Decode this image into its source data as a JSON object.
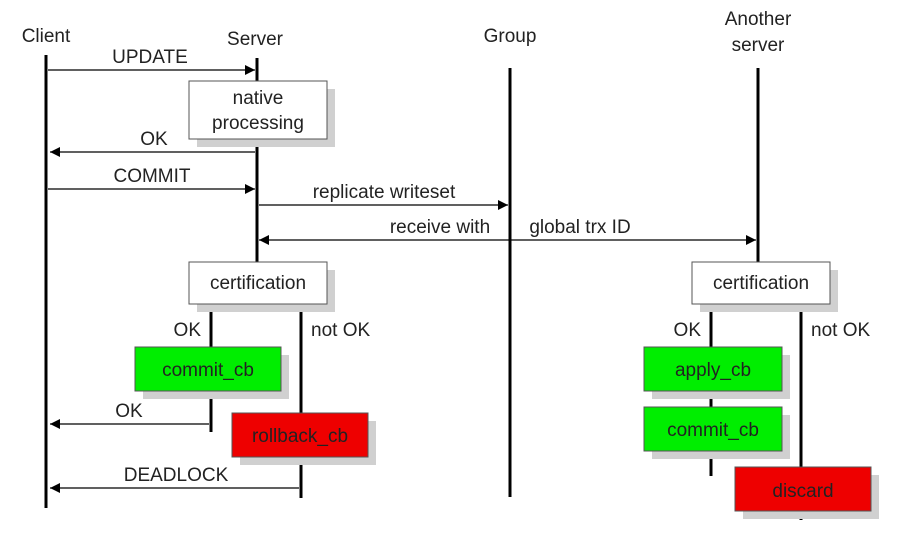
{
  "lifelines": {
    "client": "Client",
    "server": "Server",
    "group": "Group",
    "another_line1": "Another",
    "another_line2": "server"
  },
  "messages": {
    "update": "UPDATE",
    "ok_1": "OK",
    "commit": "COMMIT",
    "replicate": "replicate writeset",
    "receive_a": "receive with",
    "receive_b": "global trx ID",
    "ok_2": "OK",
    "deadlock": "DEADLOCK"
  },
  "boxes": {
    "native_line1": "native",
    "native_line2": "processing",
    "cert_server": "certification",
    "commit_cb_server": "commit_cb",
    "rollback_cb": "rollback_cb",
    "cert_another": "certification",
    "apply_cb": "apply_cb",
    "commit_cb_another": "commit_cb",
    "discard": "discard"
  },
  "branches": {
    "server_ok": "OK",
    "server_not_ok": "not OK",
    "another_ok": "OK",
    "another_not_ok": "not OK"
  },
  "colors": {
    "success": "#00ee00",
    "failure": "#ee0000",
    "neutral": "#ffffff"
  }
}
